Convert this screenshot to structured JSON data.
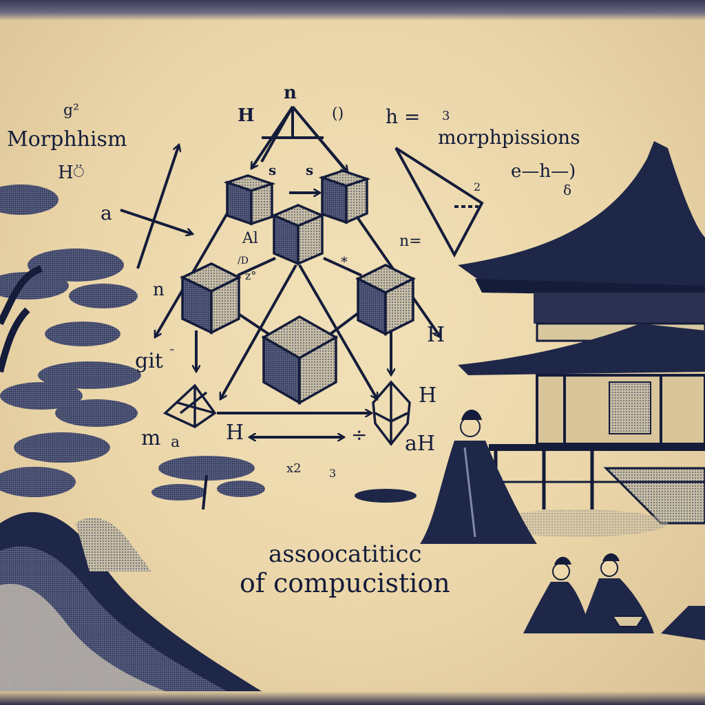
{
  "scene": {
    "style": "ukiyo-e woodblock illustration with category-theory diagram",
    "colors": {
      "paper": "#ecd8aa",
      "ink": "#141c3a",
      "cube_dark": "#4a5275",
      "cube_light": "#c9bfa5"
    }
  },
  "labels": {
    "top_left_super": "g²",
    "top_left_title": "Morphhism",
    "top_left_sub": "H⍥",
    "a_left": "a",
    "n_top": "n",
    "H_top": "H",
    "top_paren": "()",
    "s_left": "s",
    "s_right": "s",
    "Al": "Al",
    "n_left": "n",
    "slash_label": "/D",
    "z_label": "z°",
    "x_label": "*",
    "git_label": "git",
    "git_sup": "⁼",
    "m_label": "m",
    "a_sub": "a",
    "H_bottom": "H",
    "divide": "÷",
    "aH": "aH",
    "H_right_tri": "H",
    "H_right": "H",
    "x2": "x2",
    "three": "3",
    "h_eq": "h =",
    "sup_three": "3",
    "morph_title": "morphpissions",
    "morph_sub": "e—h—)",
    "morph_sub2": "δ",
    "two": "2",
    "n_eq": "n="
  },
  "caption": {
    "line1": "assoocatiticc",
    "line2": "of compucistion"
  }
}
